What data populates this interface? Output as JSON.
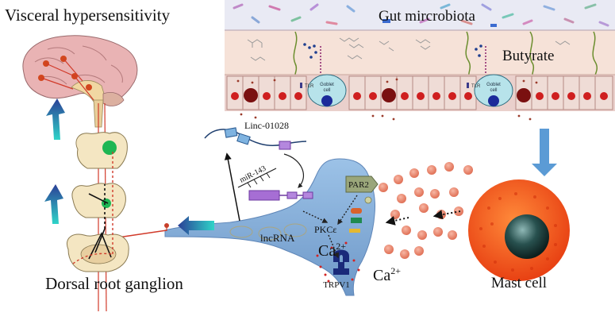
{
  "labels": {
    "visceral": "Visceral hypersensitivity",
    "gut": "Gut mircrobiota",
    "butyrate": "Butyrate",
    "drg": "Dorsal root ganglion",
    "mast": "Mast cell",
    "linc": "Linc-01028",
    "mir": "miR-143",
    "par2": "PAR2",
    "lncrna": "lncRNA",
    "pkc": "PKCε",
    "ca_inner": "Ca",
    "ca_inner_sup": "2+",
    "ca_outer": "Ca",
    "ca_outer_sup": "2+",
    "trpv1": "TRPV1",
    "goblet1": "Goblet",
    "goblet1b": "cell",
    "goblet2": "Goblet",
    "goblet2b": "cell",
    "tlr1": "TLR",
    "tlr2": "TLR"
  },
  "colors": {
    "lumen": "#e9eaf4",
    "mucosa": "#f6e2d8",
    "epithelium": "#ead0cc",
    "neuron_body": "#7ea9d6",
    "mast_cell": "#ff5a1e",
    "granule": "#ef8a70",
    "flow_arrow": "#5b9bd5",
    "nerve": "#d13a2a",
    "navy_arrow": "#1f3f8f",
    "green_dot": "#1eb653",
    "goblet": "#b7e3ea"
  },
  "icons": {
    "up_arrow_1": "up-arrow-icon",
    "up_arrow_2": "up-arrow-icon",
    "down_arrow": "down-arrow-icon",
    "left_arrow": "left-arrow-icon",
    "release_arrows": "dotted-arrow-icon"
  }
}
